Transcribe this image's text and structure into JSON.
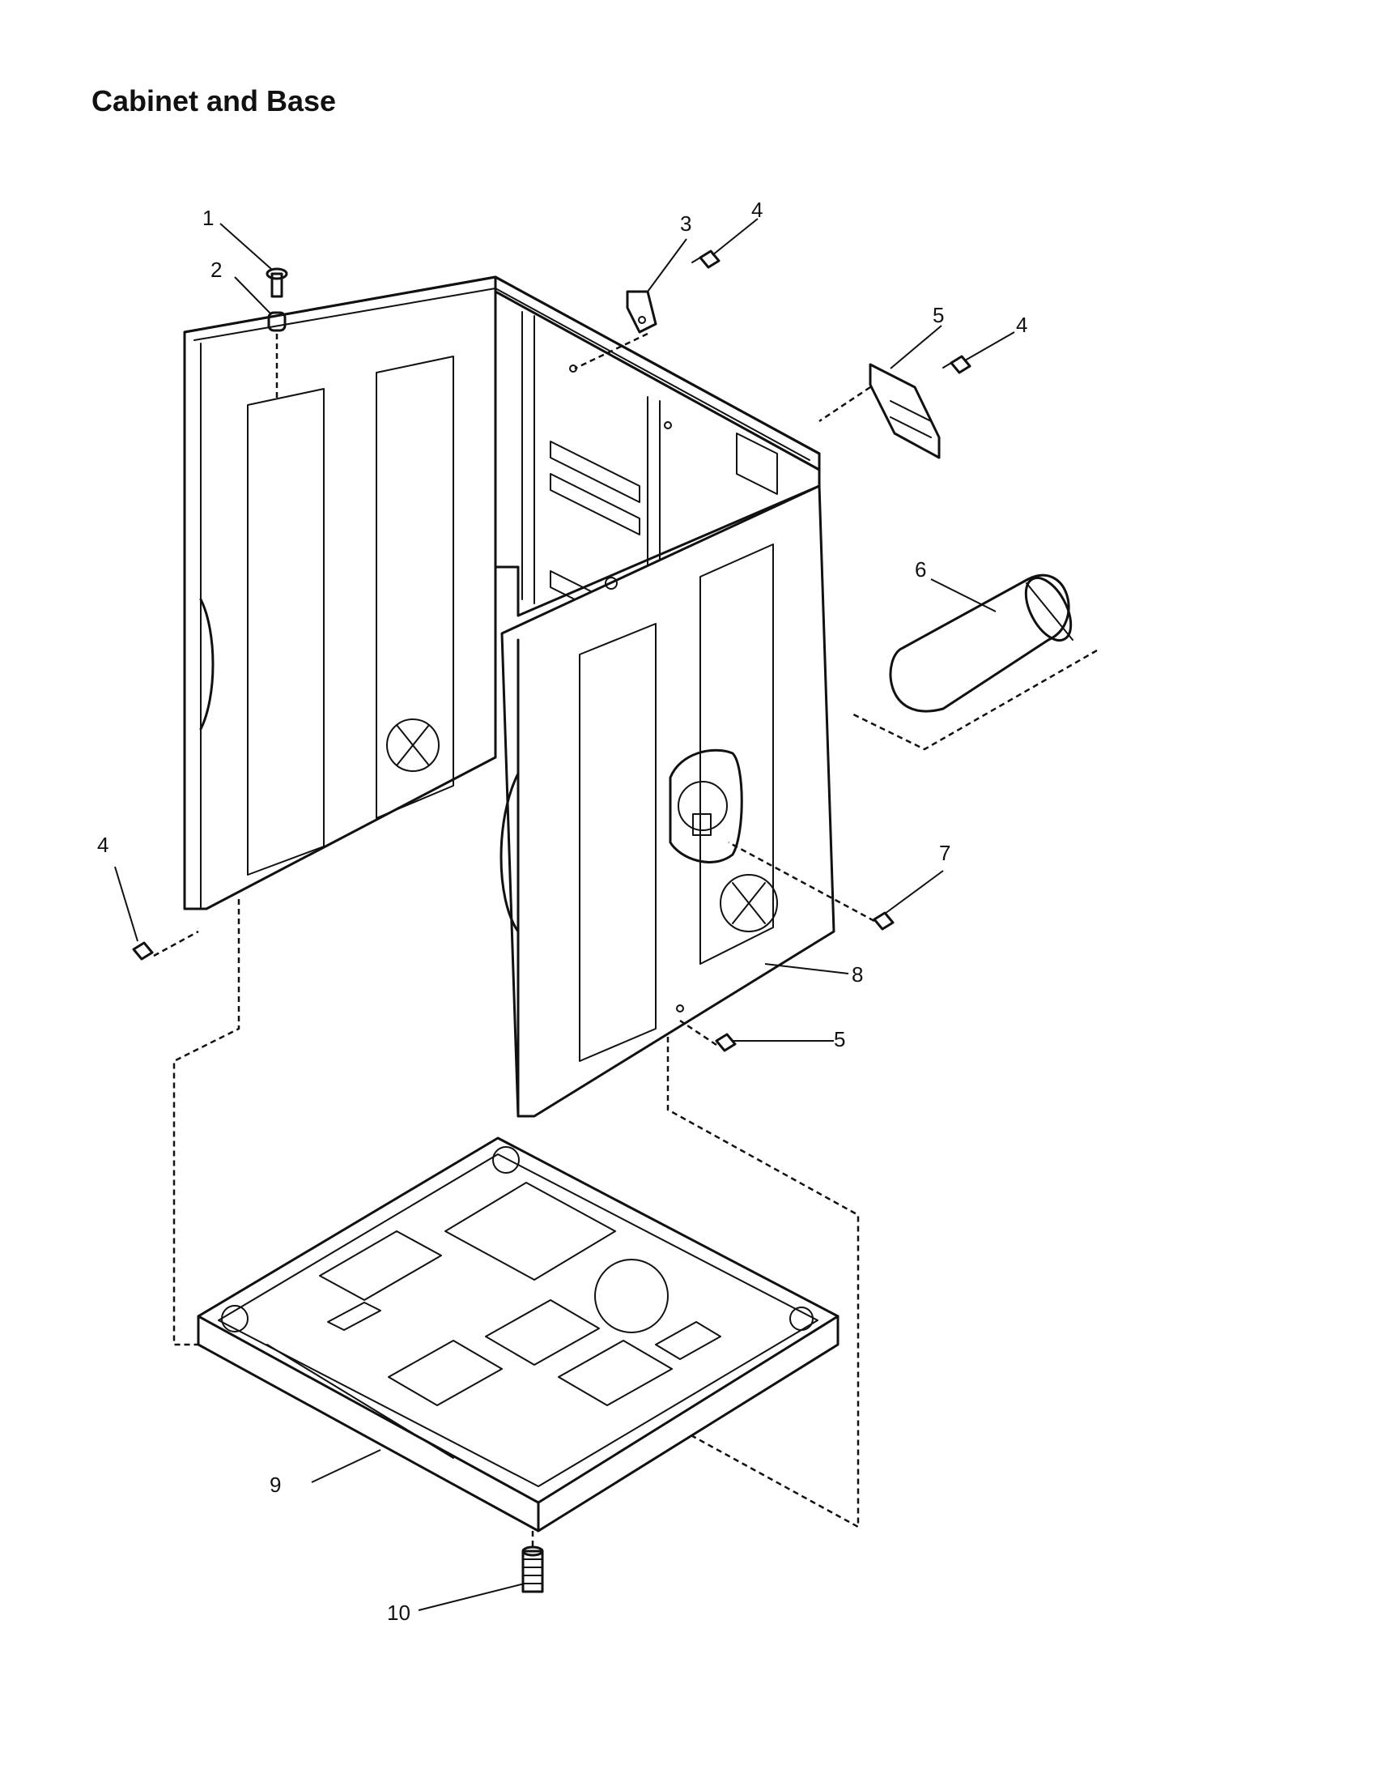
{
  "title": "Cabinet and Base",
  "callouts": [
    {
      "id": "c1",
      "label": "1"
    },
    {
      "id": "c2",
      "label": "2"
    },
    {
      "id": "c3",
      "label": "3"
    },
    {
      "id": "c4a",
      "label": "4"
    },
    {
      "id": "c5a",
      "label": "5"
    },
    {
      "id": "c4b",
      "label": "4"
    },
    {
      "id": "c6",
      "label": "6"
    },
    {
      "id": "c4c",
      "label": "4"
    },
    {
      "id": "c7",
      "label": "7"
    },
    {
      "id": "c8",
      "label": "8"
    },
    {
      "id": "c5b",
      "label": "5"
    },
    {
      "id": "c9",
      "label": "9"
    },
    {
      "id": "c10",
      "label": "10"
    }
  ]
}
